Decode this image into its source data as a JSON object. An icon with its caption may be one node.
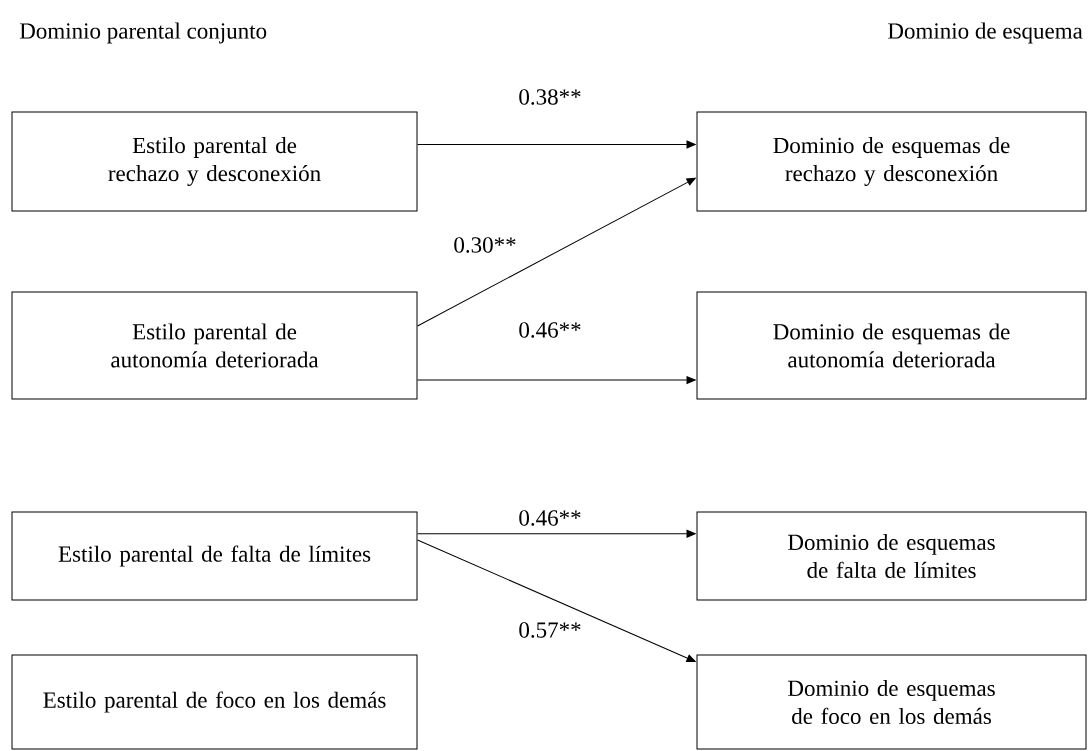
{
  "diagram": {
    "nodes": [
      {
        "text": [
          "Estilo parental de rechazo y desconexión"
        ]
      },
      {
        "text": [
          "Dominio de esquemas de rechazo y desconexión"
        ]
      },
      {
        "text": [
          "Estilo parental de autonomía deteriorada"
        ]
      },
      {
        "text": [
          "Dominio de esquemas de autonomía deteriorada"
        ]
      },
      {
        "text": [
          "Estilo parental de falta de límites"
        ]
      },
      {
        "text": [
          "Dominio de esquemas de falta de límites"
        ]
      },
      {
        "text": [
          "Estilo parental de foco en los demás"
        ]
      },
      {
        "text": [
          "Dominio de esquemas de foco en los demás"
        ]
      }
    ],
    "edges": [
      {
        "from": 0,
        "to": 1,
        "arrow": "to",
        "label": "0.38**"
      },
      {
        "from": 2,
        "to": 1,
        "arrow": "to",
        "label": "0.30**"
      },
      {
        "from": 2,
        "to": 3,
        "arrow": "to",
        "label": "0.46**"
      },
      {
        "from": 4,
        "to": 5,
        "arrow": "to",
        "label": "0.46**"
      },
      {
        "from": 4,
        "to": 7,
        "arrow": "to",
        "label": "0.57**"
      }
    ],
    "labels": [
      "Dominio parental conjunto",
      "Dominio de esquema"
    ]
  }
}
